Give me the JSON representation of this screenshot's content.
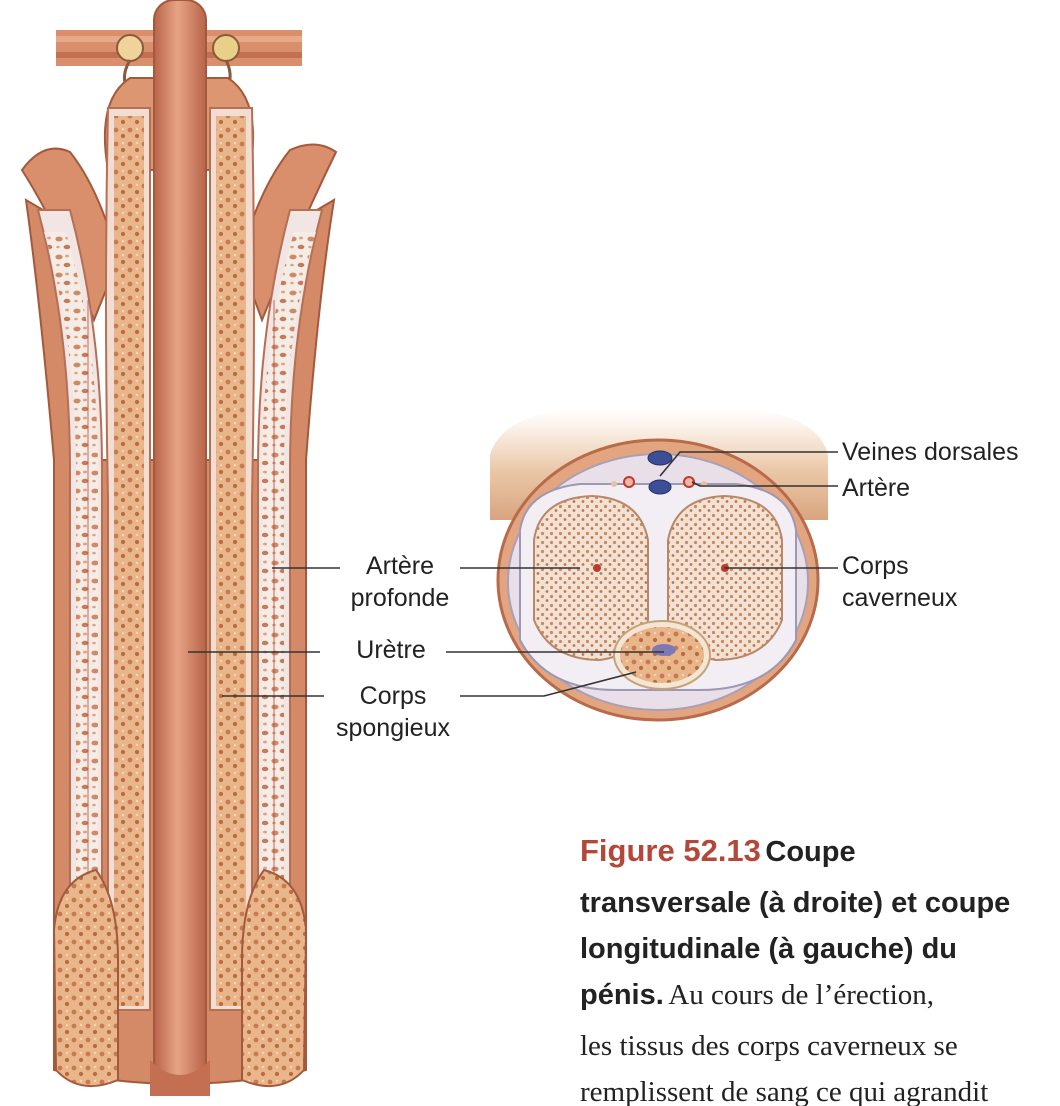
{
  "labels": {
    "artere_profonde": "Artère profonde",
    "uretre": "Urètre",
    "corps_spongieux": "Corps spongieux",
    "veines_dorsales": "Veines dorsales",
    "artere": "Artère",
    "corps_caverneux": "Corps caverneux"
  },
  "caption": {
    "figure_number": "Figure 52.13",
    "title_line1": "Coupe",
    "title_line2": "transversale (à droite) et coupe",
    "title_line3": "longitudinale (à gauche) du",
    "title_line4": "pénis.",
    "body_line1": "Au cours de l’érection,",
    "body_line2": "les tissus des corps caverneux se",
    "body_line3": "remplissent de sang ce qui agrandit"
  },
  "colors": {
    "skin": "#e3a57f",
    "skin_dark": "#c9775a",
    "spongy_tissue": "#e9b58a",
    "spongy_dots": "#c77a4e",
    "cavernous_bg": "#f6ece6",
    "cavernous_dots": "#c98563",
    "tunica": "#ece4ee",
    "vein": "#3c4e95",
    "artery": "#c0392b",
    "figure_label": "#b5473a"
  }
}
